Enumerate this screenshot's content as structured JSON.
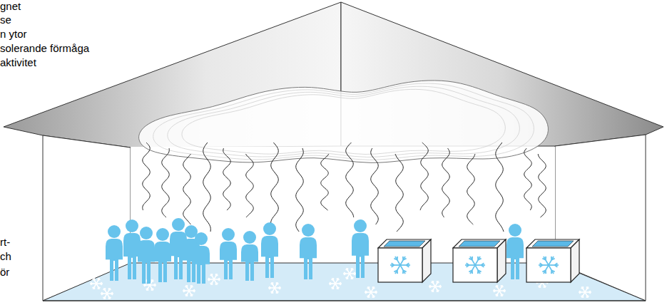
{
  "diagram": {
    "labels": [
      "gnet",
      "se",
      "n ytor",
      "solerande förmåga",
      "aktivitet",
      "rt-",
      "ch",
      "ör"
    ]
  }
}
